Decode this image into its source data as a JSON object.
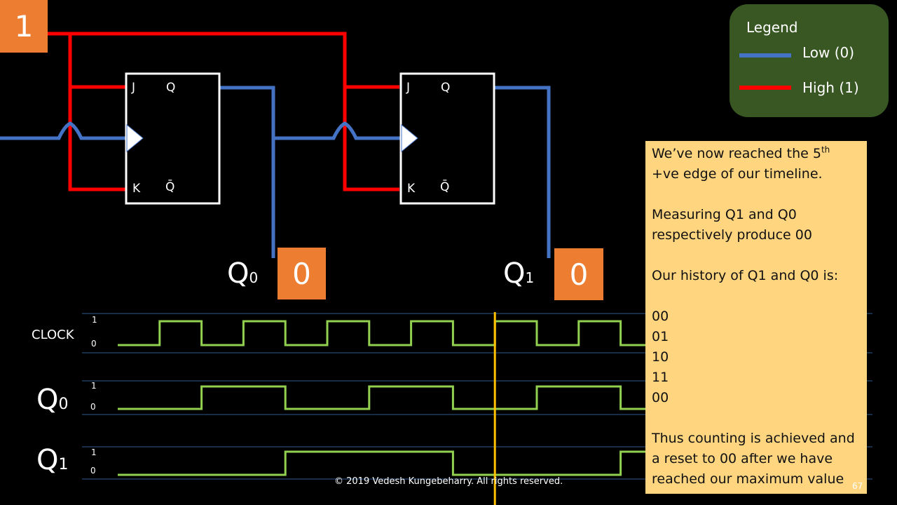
{
  "slide": {
    "number": "67",
    "copyright": "© 2019  Vedesh Kungebeharry.  All rights reserved."
  },
  "colors": {
    "high": "#FF0000",
    "low": "#4472C4",
    "waveform": "#92D050",
    "marker": "#FFC000",
    "value_box": "#ED7D31",
    "legend_bg": "#385723",
    "note_bg": "#FFD580",
    "gridline": "#1F3A5F"
  },
  "circuit": {
    "input_value": "1",
    "flipflops": [
      {
        "pins": {
          "j": "J",
          "q": "Q",
          "k": "K",
          "qbar": "Q̄"
        }
      },
      {
        "pins": {
          "j": "J",
          "q": "Q",
          "k": "K",
          "qbar": "Q̄"
        }
      }
    ],
    "outputs": [
      {
        "label": "Q",
        "subscript": "0",
        "value": "0"
      },
      {
        "label": "Q",
        "subscript": "1",
        "value": "0"
      }
    ]
  },
  "legend": {
    "title": "Legend",
    "items": [
      {
        "label": "Low (0)",
        "color": "#4472C4"
      },
      {
        "label": "High (1)",
        "color": "#FF0000"
      }
    ]
  },
  "note": {
    "line1": "We’ve now reached the 5",
    "line1_sup": "th",
    "line2": "+ve edge of our timeline.",
    "para2_line1": "Measuring Q1 and Q0",
    "para2_line2": "respectively produce 00",
    "para3": "Our history of Q1 and Q0 is:",
    "history": [
      "00",
      "01",
      "10",
      "11",
      "00"
    ],
    "para4_line1": "Thus counting is achieved and",
    "para4_line2": "a reset to 00 after we have",
    "para4_line3": "reached our maximum value"
  },
  "timing": {
    "tick_high": "1",
    "tick_low": "0",
    "signals": [
      {
        "name": "CLOCK",
        "subscript": "",
        "levels": [
          0,
          1,
          0,
          1,
          0,
          1,
          0,
          1,
          0,
          1,
          0,
          1,
          0,
          1
        ]
      },
      {
        "name": "Q",
        "subscript": "0",
        "levels": [
          0,
          0,
          1,
          1,
          0,
          0,
          1,
          1,
          0,
          0,
          1,
          1,
          0,
          0
        ]
      },
      {
        "name": "Q",
        "subscript": "1",
        "levels": [
          0,
          0,
          0,
          0,
          1,
          1,
          1,
          1,
          0,
          0,
          0,
          0,
          1,
          1
        ]
      }
    ],
    "current_edge": 5
  }
}
